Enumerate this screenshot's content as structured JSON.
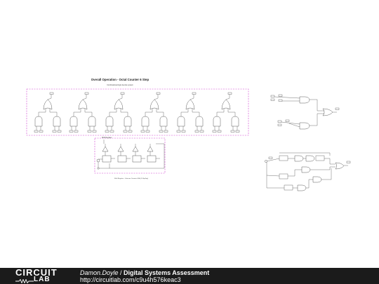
{
  "schematic": {
    "title": "Overall Operation - Octal Counter 6 Step",
    "subtitle": "Combinational logic decode system",
    "register_title": "Shift Register",
    "register_caption": "Shift Register - Johnson Counter 4-Bit (D flip-flop)"
  },
  "footer": {
    "logo_top": "CIRCUIT",
    "logo_bottom": "LAB",
    "user": "Damon.Doyle",
    "separator": " / ",
    "project": "Digital Systems Assessment",
    "url": "http://circuitlab.com/c9u4h576keac3"
  },
  "colors": {
    "group_border": "#d040d0",
    "wire": "#333333",
    "footer_bg": "#1b1b1b"
  }
}
